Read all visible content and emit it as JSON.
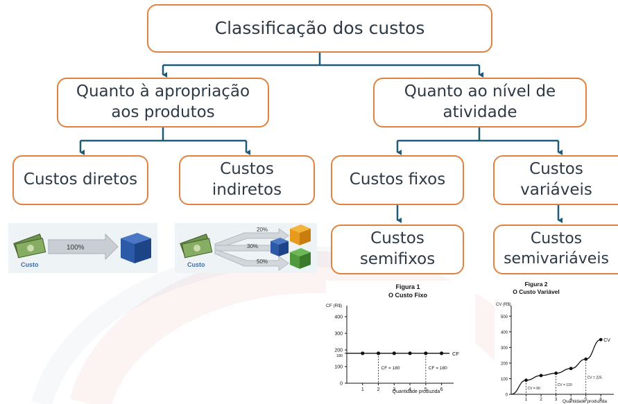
{
  "root": {
    "line1": "Classificação dos custos"
  },
  "branch_left": {
    "line1": "Quanto à apropriação",
    "line2": "aos produtos"
  },
  "branch_right": {
    "line1": "Quanto ao nível de",
    "line2": "atividade"
  },
  "leaf_direct": {
    "line1": "Custos diretos"
  },
  "leaf_indirect": {
    "line1": "Custos",
    "line2": "indiretos"
  },
  "leaf_fixed": {
    "line1": "Custos fixos"
  },
  "leaf_variable": {
    "line1": "Custos",
    "line2": "variáveis"
  },
  "leaf_semifixed": {
    "line1": "Custos",
    "line2": "semifixos"
  },
  "leaf_semivariable": {
    "line1": "Custos",
    "line2": "semivariáveis"
  },
  "illus_direct": {
    "percent": "100%",
    "cost_label": "Custo"
  },
  "illus_indirect": {
    "p1": "20%",
    "p2": "30%",
    "p3": "50%",
    "cost_label": "Custo"
  },
  "colors": {
    "box_border": "#e0823e",
    "connector": "#1f5a78",
    "text": "#2d3a46",
    "money": "#7aa05a",
    "cube": "#2c5aa8",
    "cube_orange": "#e89a1c",
    "cube_green": "#4f9a3c"
  },
  "figure1": {
    "title1": "Figura 1",
    "title2": "O Custo Fixo",
    "ylabel": "CF (R$)",
    "xlabel": "Quantidade produzida",
    "yticks": [
      "400",
      "300",
      "200",
      "180",
      "100",
      "0"
    ],
    "xticks": [
      "1",
      "2",
      "3",
      "4",
      "5",
      "6"
    ],
    "series_label": "CF",
    "annotation1": "CF = 180",
    "annotation2": "CF = 180"
  },
  "figure2": {
    "title1": "Figura 2",
    "title2": "O Custo Variável",
    "ylabel": "CV (R$)",
    "xlabel": "Quantidade produzida",
    "yticks": [
      "500",
      "400",
      "300",
      "200",
      "100",
      "0"
    ],
    "xticks": [
      "1",
      "2",
      "3",
      "4",
      "5",
      "6"
    ],
    "series_label": "CV",
    "annotation1": "CV = 90",
    "annotation2": "CV = 120",
    "annotation3": "CV = 225"
  },
  "chart_data": [
    {
      "type": "line",
      "title": "Figura 1 O Custo Fixo",
      "xlabel": "Quantidade produzida",
      "ylabel": "CF (R$)",
      "x": [
        0,
        1,
        2,
        3,
        4,
        5,
        6
      ],
      "series": [
        {
          "name": "CF",
          "values": [
            180,
            180,
            180,
            180,
            180,
            180,
            180
          ]
        }
      ],
      "ylim": [
        0,
        450
      ],
      "xlim": [
        0,
        6.5
      ]
    },
    {
      "type": "line",
      "title": "Figura 2 O Custo Variável",
      "xlabel": "Quantidade produzida",
      "ylabel": "CV (R$)",
      "x": [
        0,
        1,
        2,
        3,
        4,
        5,
        6
      ],
      "series": [
        {
          "name": "CV",
          "values": [
            0,
            90,
            120,
            135,
            165,
            225,
            350
          ]
        }
      ],
      "ylim": [
        0,
        550
      ],
      "xlim": [
        0,
        6.5
      ]
    }
  ]
}
